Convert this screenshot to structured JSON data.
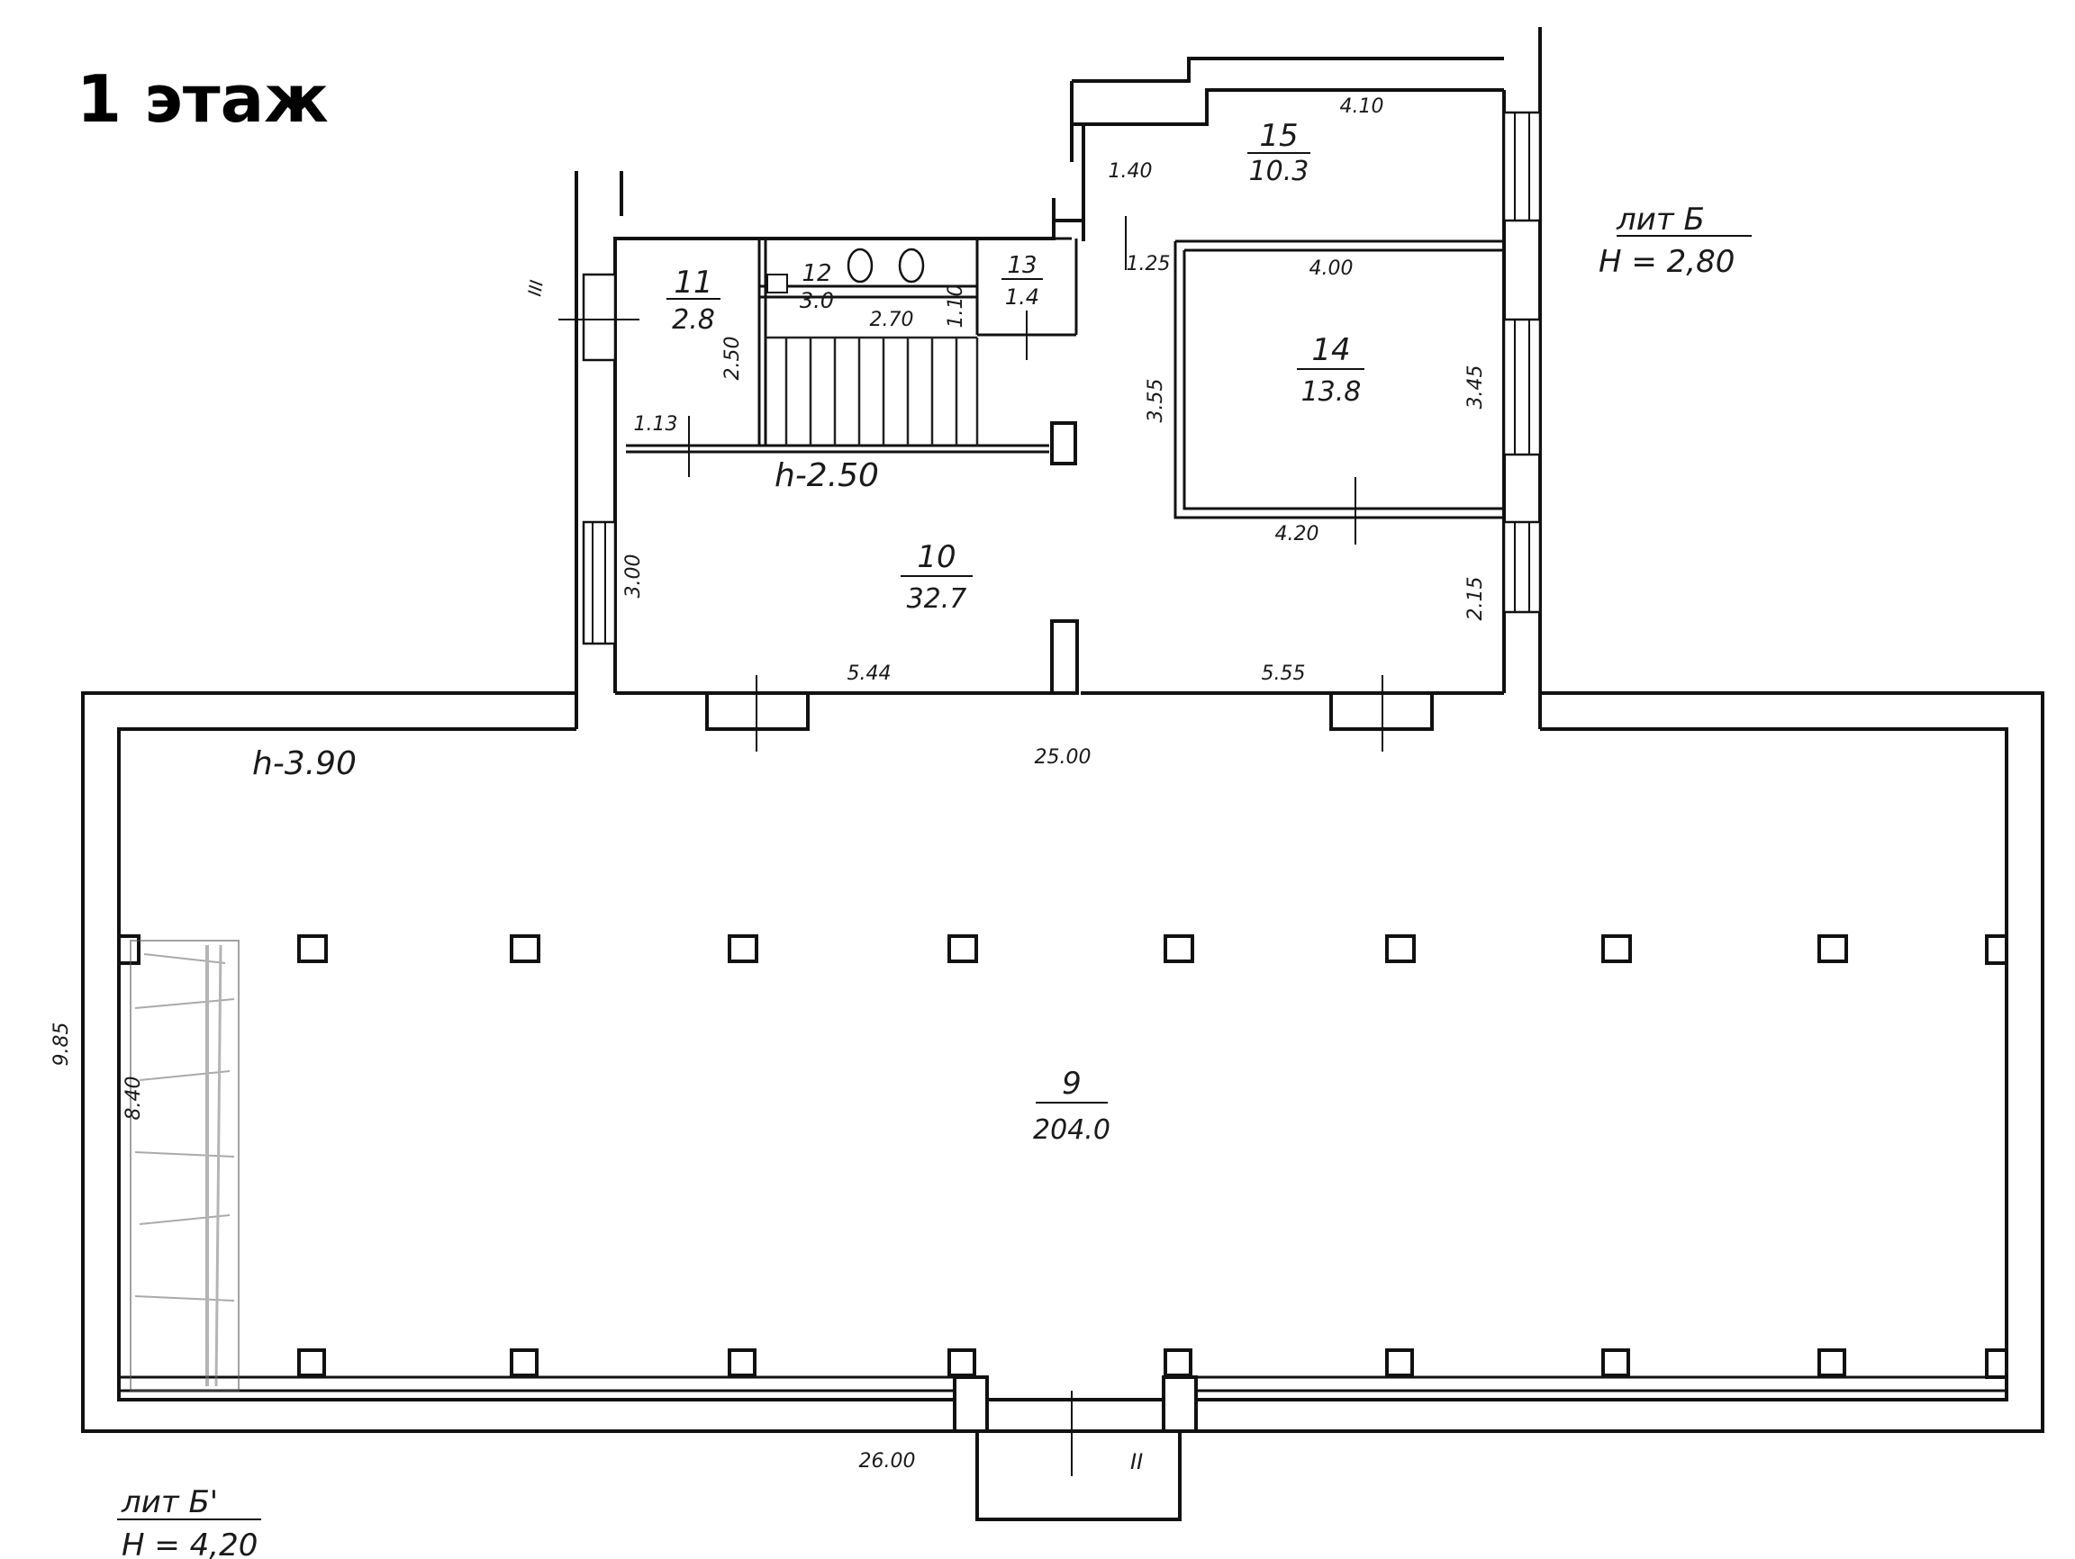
{
  "title": "1 этаж",
  "lit_b": {
    "label": "лит Б",
    "height": "Н = 2,80"
  },
  "lit_b1": {
    "label": "лит Б'",
    "height": "Н = 4,20"
  },
  "ceiling_heights": {
    "upper": "h-2.50",
    "hall": "h-3.90"
  },
  "rooms": [
    {
      "number": "9",
      "area": "204.0"
    },
    {
      "number": "10",
      "area": "32.7"
    },
    {
      "number": "11",
      "area": "2.8"
    },
    {
      "number": "12",
      "area": "3.0"
    },
    {
      "number": "13",
      "area": "1.4"
    },
    {
      "number": "14",
      "area": "13.8"
    },
    {
      "number": "15",
      "area": "10.3"
    }
  ],
  "dimensions": {
    "d410": "4.10",
    "d140": "1.40",
    "d125": "1.25",
    "d400": "4.00",
    "d345": "3.45",
    "d355": "3.55",
    "d420": "4.20",
    "d215": "2.15",
    "d250": "2.50",
    "d270": "2.70",
    "d110": "1.10",
    "d113": "1.13",
    "d300": "3.00",
    "d544": "5.44",
    "d555": "5.55",
    "d2500": "25.00",
    "d985": "9.85",
    "d840": "8.40",
    "d2600": "26.00"
  },
  "section_marks": {
    "upper": "III",
    "lower": "II"
  }
}
